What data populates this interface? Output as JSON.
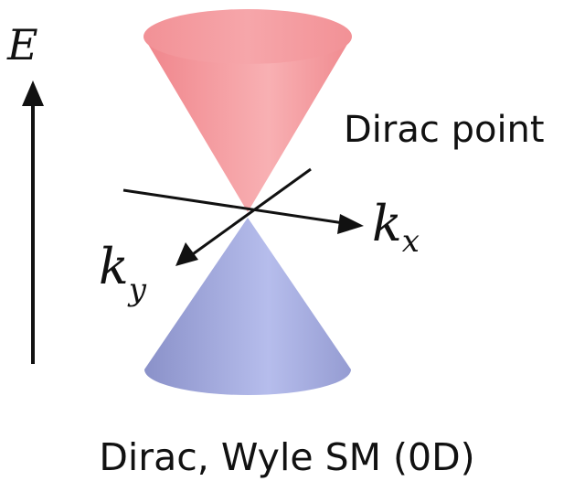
{
  "labels": {
    "energy": "E",
    "kx_base": "k",
    "kx_sub": "x",
    "ky_base": "k",
    "ky_sub": "y",
    "point": "Dirac point"
  },
  "caption": "Dirac, Wyle SM (0D)",
  "colors": {
    "upper_cone": "#f28a8f",
    "lower_cone": "#9ea5d8",
    "axis": "#111111",
    "text": "#111111"
  }
}
